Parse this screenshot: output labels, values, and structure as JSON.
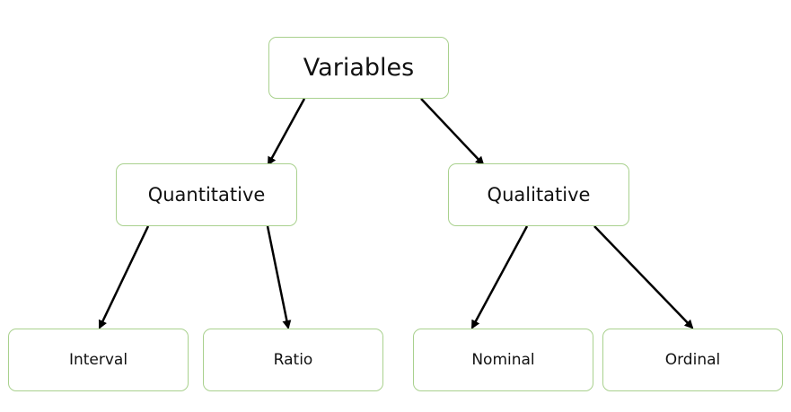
{
  "diagram": {
    "nodes": {
      "variables": "Variables",
      "quantitative": "Quantitative",
      "qualitative": "Qualitative",
      "interval": "Interval",
      "ratio": "Ratio",
      "nominal": "Nominal",
      "ordinal": "Ordinal"
    },
    "edges": [
      {
        "from": "variables",
        "to": "quantitative"
      },
      {
        "from": "variables",
        "to": "qualitative"
      },
      {
        "from": "quantitative",
        "to": "interval"
      },
      {
        "from": "quantitative",
        "to": "ratio"
      },
      {
        "from": "qualitative",
        "to": "nominal"
      },
      {
        "from": "qualitative",
        "to": "ordinal"
      }
    ],
    "colors": {
      "box_border": "#a9d18e",
      "arrow": "#000000",
      "text": "#111111",
      "background": "#ffffff"
    }
  }
}
